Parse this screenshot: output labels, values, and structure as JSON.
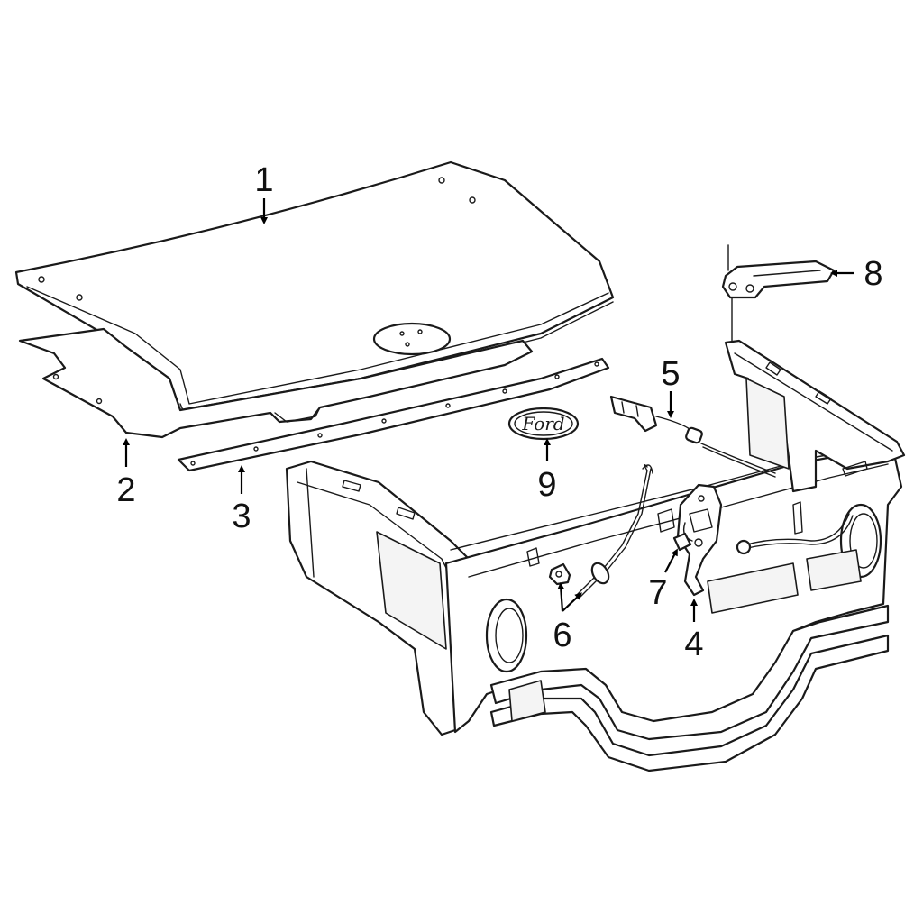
{
  "diagram": {
    "callouts": [
      {
        "id": "1",
        "label": "1"
      },
      {
        "id": "2",
        "label": "2"
      },
      {
        "id": "3",
        "label": "3"
      },
      {
        "id": "4",
        "label": "4"
      },
      {
        "id": "5",
        "label": "5"
      },
      {
        "id": "6",
        "label": "6"
      },
      {
        "id": "7",
        "label": "7"
      },
      {
        "id": "8",
        "label": "8"
      },
      {
        "id": "9",
        "label": "9"
      }
    ],
    "emblem_logo_text": "Ford"
  },
  "colors": {
    "line": "#1a1a1a",
    "background": "#ffffff"
  }
}
